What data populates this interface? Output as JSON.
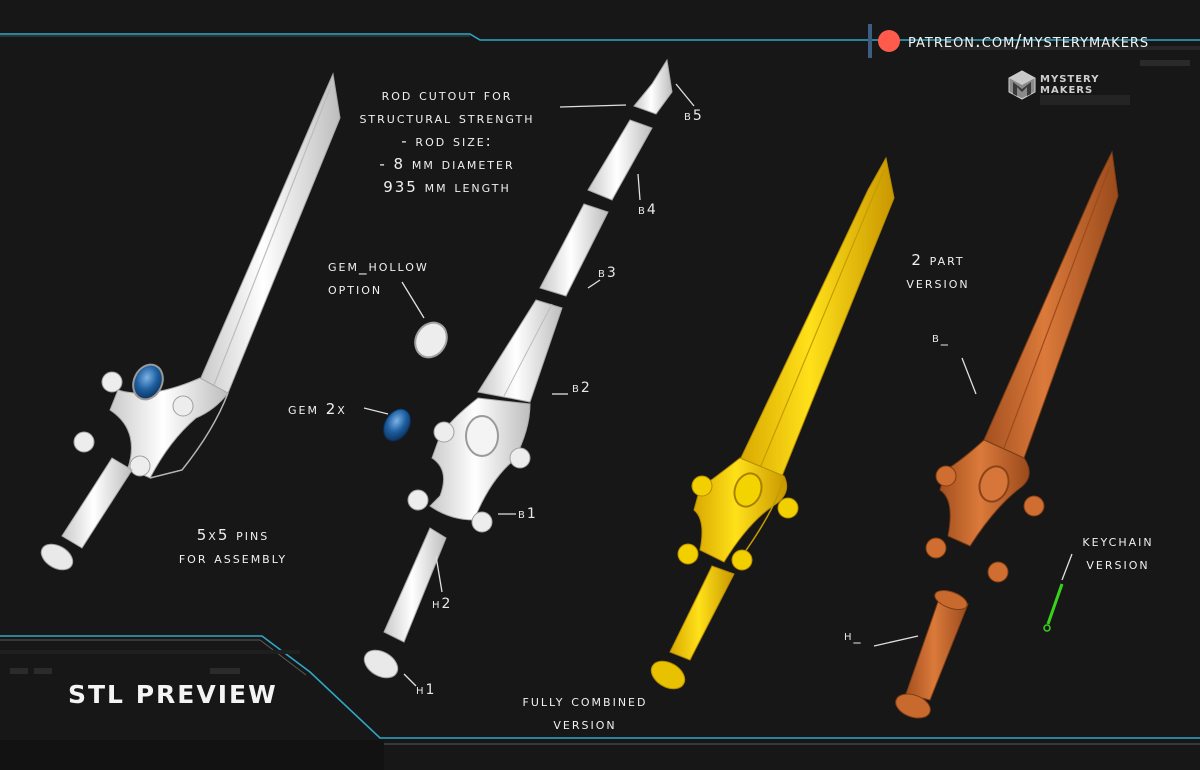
{
  "patreon": {
    "url_text": "patreon.com/mysterymakers"
  },
  "brand": {
    "line1": "MYSTERY",
    "line2": "MAKERS"
  },
  "labels": {
    "rod_line1": "rod cutout for",
    "rod_line2": "structural strength",
    "rod_line3": "- rod size:",
    "rod_line4": "- 8 mm diameter",
    "rod_line5": "935 mm length",
    "gem_hollow_line1": "gem_hollow",
    "gem_hollow_line2": "option",
    "gem": "gem 2x",
    "pins_line1": "5x5 pins",
    "pins_line2": "for assembly",
    "two_part_line1": "2 part",
    "two_part_line2": "version",
    "keychain_line1": "keychain",
    "keychain_line2": "version",
    "combined_line1": "fully combined",
    "combined_line2": "version",
    "stl_preview": "STL PREVIEW"
  },
  "parts": {
    "b5": "b5",
    "b4": "b4",
    "b3": "b3",
    "b2": "b2",
    "b1": "b1",
    "h2": "h2",
    "h1": "h1",
    "b_": "b_",
    "h_": "h_"
  },
  "colors": {
    "background": "#171717",
    "accent_cyan": "#2fa7c7",
    "white_sword": "#e9e9e9",
    "yellow_sword": "#f0cf00",
    "orange_sword": "#c9692c",
    "gem_blue": "#1d5fa0",
    "keychain_green": "#39d21a",
    "patreon_red": "#ff5b4d"
  }
}
